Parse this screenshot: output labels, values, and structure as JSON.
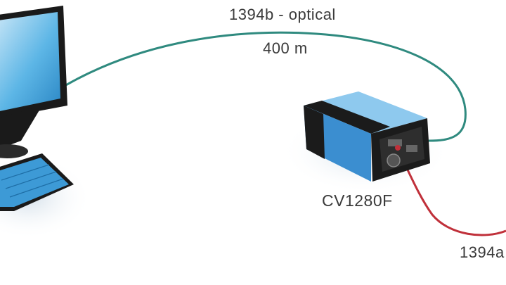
{
  "labels": {
    "optical_link": "1394b - optical",
    "distance": "400 m",
    "camera_model": "CV1280F",
    "copper_link": "1394a"
  },
  "colors": {
    "optical_cable": "#2f8a7f",
    "copper_cable": "#c0303a",
    "monitor_frame": "#1a1a1a",
    "screen_blue": "#3aa0d8",
    "camera_blue": "#3b8ed0",
    "camera_black": "#1b1b1b",
    "shadow": "#dde6ee"
  },
  "icons": [
    "computer-monitor-icon",
    "keyboard-icon",
    "camera-icon"
  ]
}
